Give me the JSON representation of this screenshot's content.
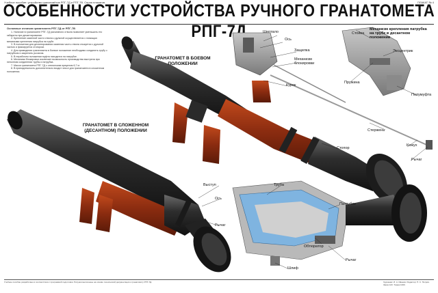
{
  "header": {
    "top_left": "Учебное пособие: устройство гранатомётов РПГ-7Д и РПГ-7В. Серия плакатов.",
    "top_right": "ПЛАКАТ № 4",
    "title": "ОСОБЕННОСТИ УСТРОЙСТВА РУЧНОГО ГРАНАТОМЕТА РПГ-7Д"
  },
  "text_block": {
    "heading": "Основные отличия гранатомета РПГ-7Д от РПГ-7В",
    "paragraphs": [
      "1. Наличие в гранатомете РПГ-7Д разъемного ствола позволяет уменьшить его габариты при десантировании.",
      "2. Крепление казенной части ствола к дульной осуществляется с помощью механизма крепления патрубка на трубе.",
      "3. В положении для десантирования казенная часть ствола стыкуется с дульной частью и фиксируется стопором.",
      "4. Для приведения гранатомета в боевое положение необходимо соединить трубу с патрубком и закрепить рычагом.",
      "5. В нерабочем положении муфта находится на патрубке.",
      "6. Механизм блокировки исключает возможность производства выстрела при неполном соединении трубы и патрубка.",
      "7. Масса гранатомета РПГ-7Д с оптическим прицелом 6,7 кг.",
      "8. В принадлежность дополнительно входит чехол для гранатомета в сложенном положении."
    ]
  },
  "labels": {
    "combat_position": "ГРАНАТОМЕТ В БОЕВОМ ПОЛОЖЕНИИ",
    "folded_position": "ГРАНАТОМЕТ В СЛОЖЕННОМ (ДЕСАНТНОМ) ПОЛОЖЕНИИ",
    "mechanism_title": "Механизм крепления патрубка на трубе в десантном положении",
    "shtyr": "Шептало",
    "pin": "Ось",
    "latch": "Защелка",
    "block_mech": "Механизм блокировки",
    "trigger": "Курок",
    "rack": "Стойка",
    "eccentric": "Эксцентрик",
    "spring": "Пружина",
    "half_clutch": "Полумуфта",
    "rod": "Стержень",
    "stopper": "Стопор",
    "cover": "Кожух",
    "lever1": "Рычаг",
    "protrusion": "Выступ",
    "axle": "Ось",
    "lever2": "Рычаг",
    "tube": "Труба",
    "branch_pipe": "Патрубок",
    "obturator": "Обтюратор",
    "lever3": "Рычаг",
    "groove": "Шлиф"
  },
  "footer": {
    "left": "Учебное пособие разработано в соответствии с программой подготовки. Рисунки выполнены на основе технической документации к гранатомёту РПГ-7Д.",
    "right": "Художник: И. А. Иванов. Редактор: П. С. Петров. Заказ 123. Тираж 1000."
  },
  "colors": {
    "metal_dark": "#2a2a2a",
    "metal_mid": "#4a4a4a",
    "wood": "#8b2c10",
    "wood_light": "#b5431c",
    "section_blue": "#7fb4e0",
    "panel_grey": "#9a9a9a"
  }
}
